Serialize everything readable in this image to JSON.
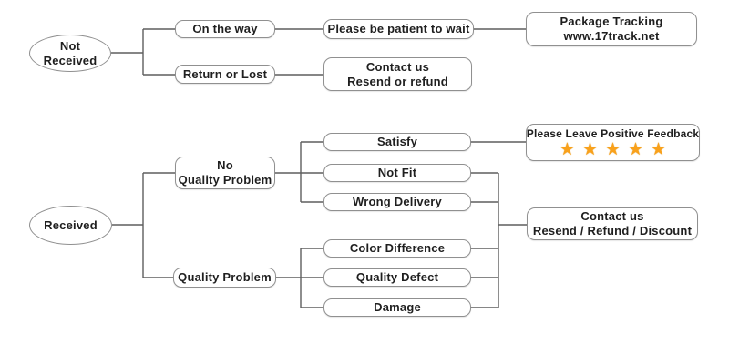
{
  "colors": {
    "bg": "#ffffff",
    "line": "#5e5e5e",
    "node_border": "#909090",
    "text": "#1f1f1f",
    "star": "#F9A11B"
  },
  "nodes": {
    "not_received": {
      "line1": "Not",
      "line2": "Received"
    },
    "on_the_way": {
      "label": "On the way"
    },
    "be_patient": {
      "label": "Please be patient to wait"
    },
    "package_tracking": {
      "line1": "Package Tracking",
      "line2": "www.17track.net"
    },
    "return_or_lost": {
      "label": "Return or Lost"
    },
    "contact_resend_refund": {
      "line1": "Contact us",
      "line2": "Resend or refund"
    },
    "received": {
      "label": "Received"
    },
    "no_quality_problem": {
      "line1": "No",
      "line2": "Quality Problem"
    },
    "satisfy": {
      "label": "Satisfy"
    },
    "not_fit": {
      "label": "Not Fit"
    },
    "wrong_delivery": {
      "label": "Wrong Delivery"
    },
    "positive_feedback": {
      "label": "Please Leave Positive Feedback",
      "stars": "★★★★★",
      "star_count": 5
    },
    "quality_problem": {
      "label": "Quality Problem"
    },
    "color_difference": {
      "label": "Color Difference"
    },
    "quality_defect": {
      "label": "Quality Defect"
    },
    "damage": {
      "label": "Damage"
    },
    "contact_resend_refund_discount": {
      "line1": "Contact us",
      "line2": "Resend / Refund / Discount"
    }
  }
}
